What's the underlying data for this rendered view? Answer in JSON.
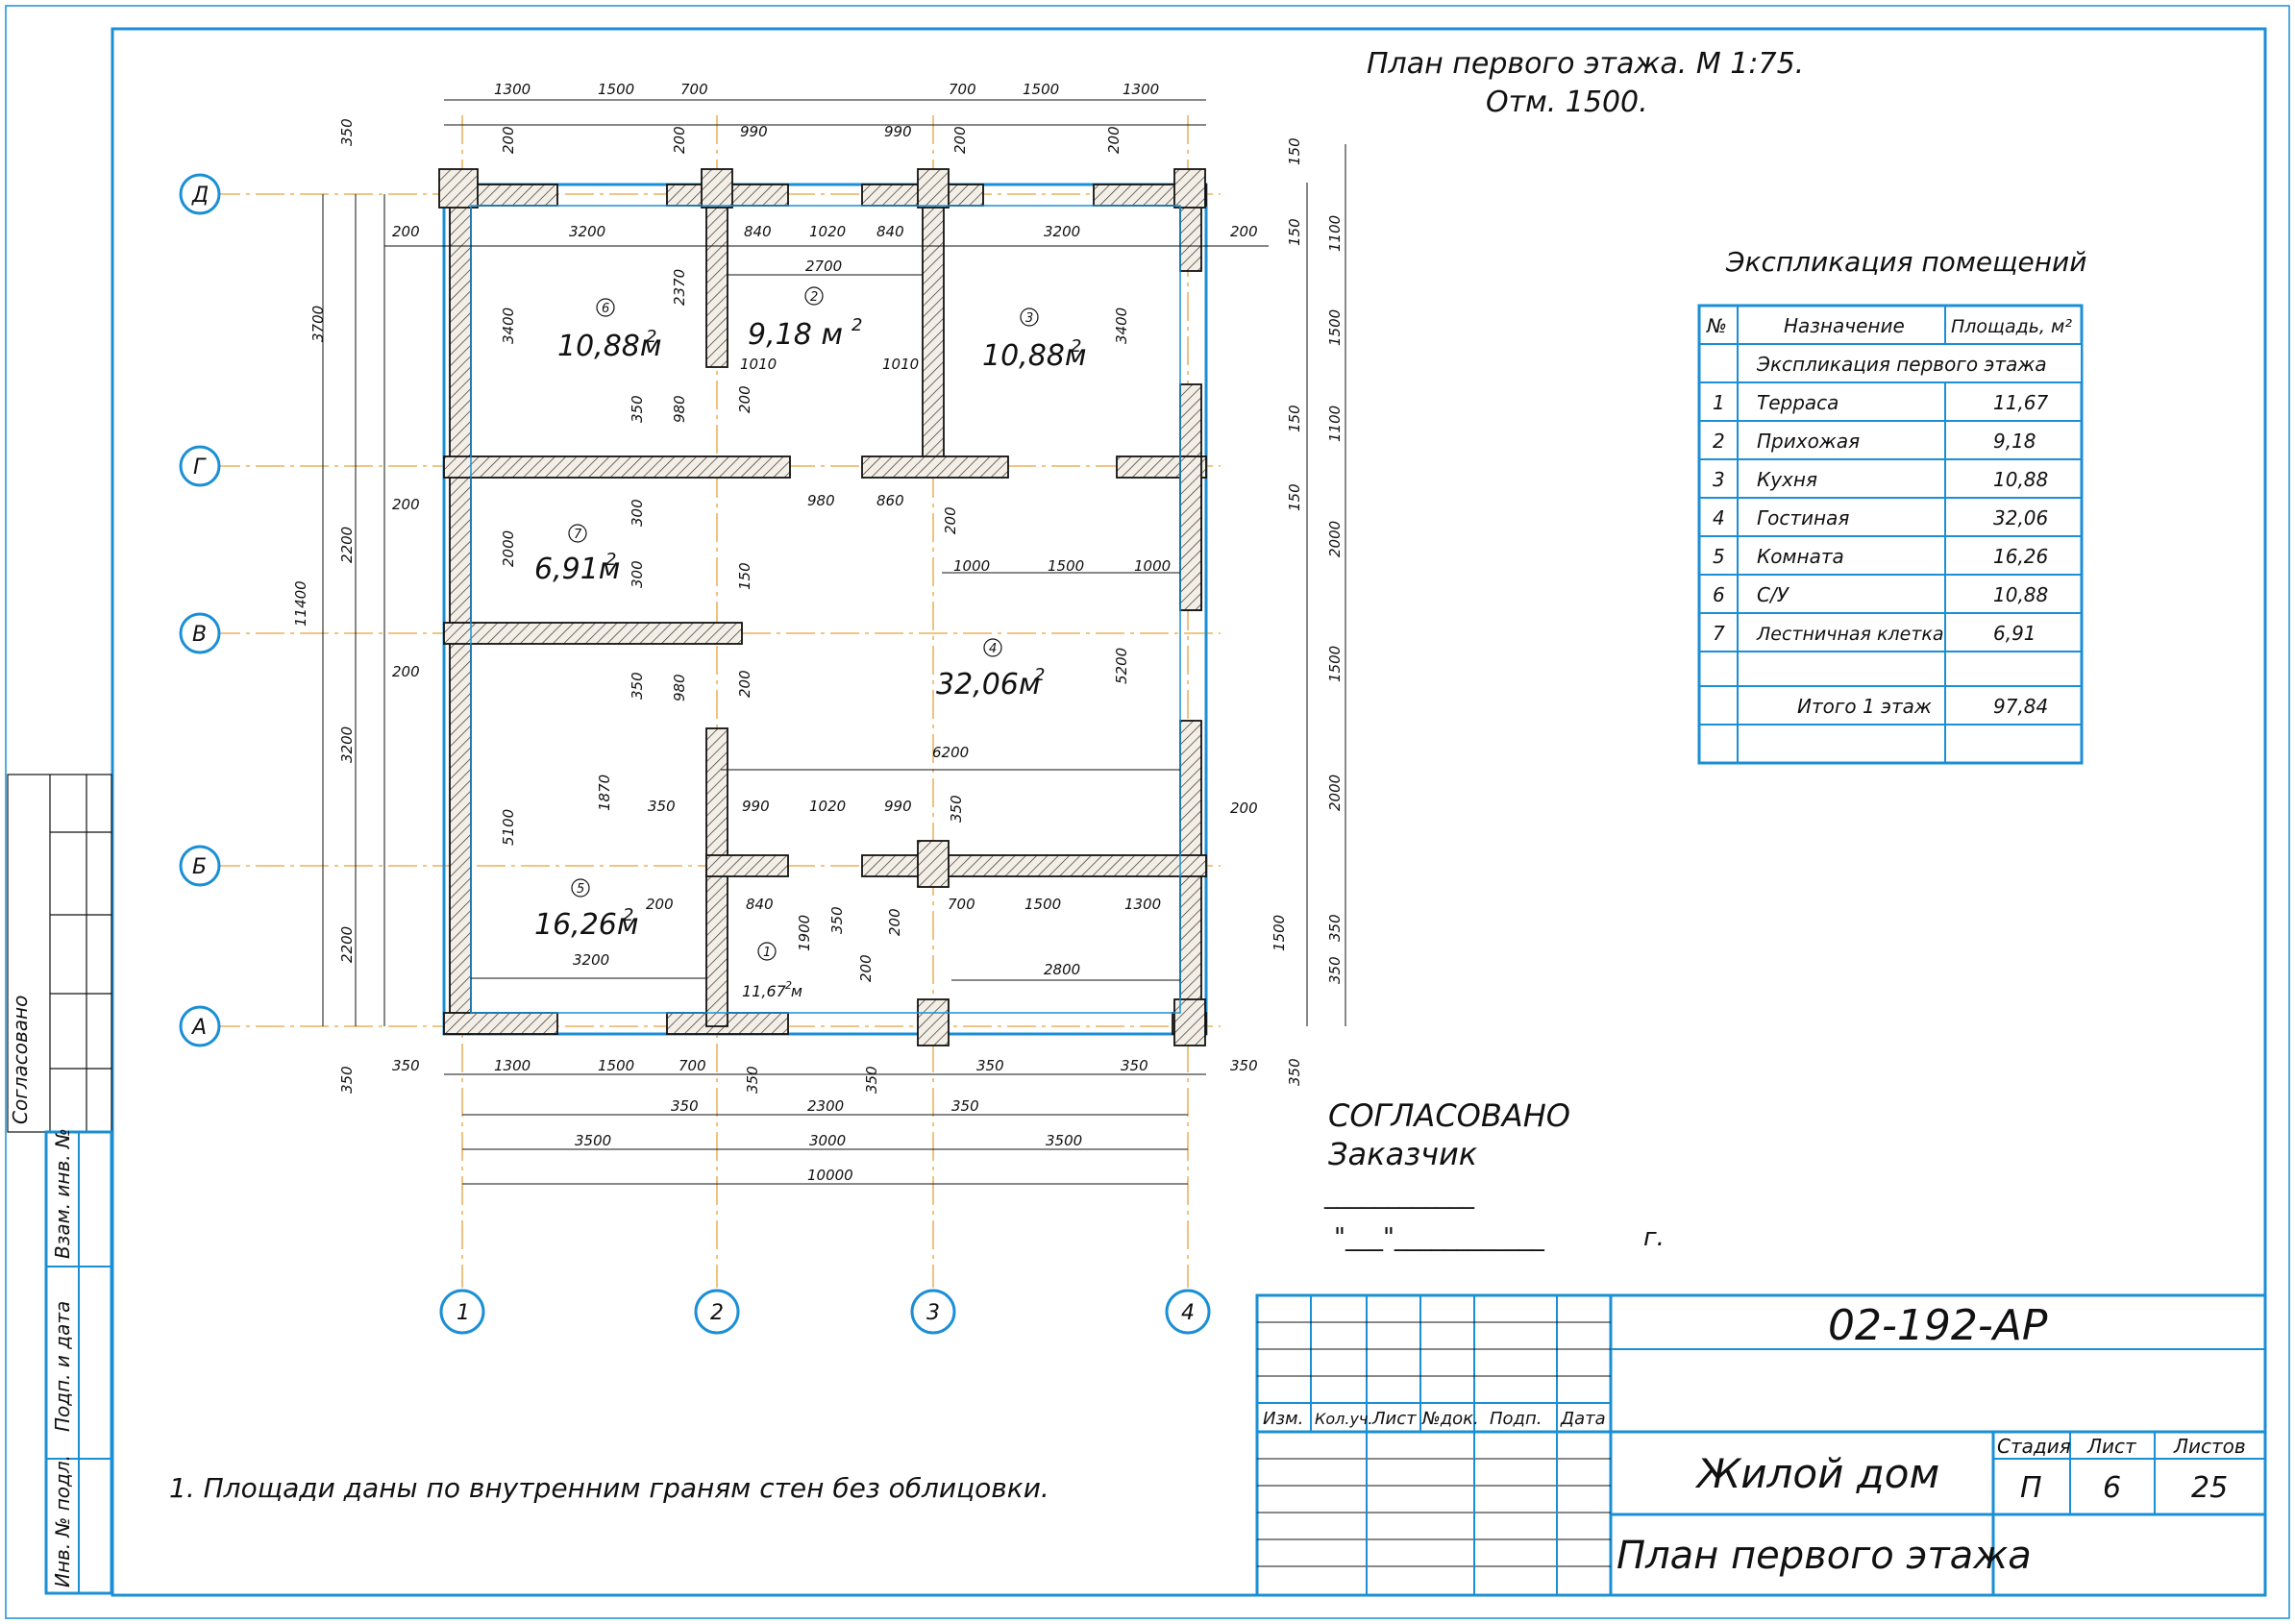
{
  "plan": {
    "title_line1": "План первого этажа. М 1:75.",
    "title_line2": "Отм. 1500."
  },
  "axes": {
    "rows": [
      "Д",
      "Г",
      "В",
      "Б",
      "А"
    ],
    "cols": [
      "1",
      "2",
      "3",
      "4"
    ]
  },
  "rooms": [
    {
      "num": "6",
      "area": "10,88м"
    },
    {
      "num": "2",
      "area": "9,18 м"
    },
    {
      "num": "3",
      "area": "10,88м"
    },
    {
      "num": "7",
      "area": "6,91м"
    },
    {
      "num": "4",
      "area": "32,06м"
    },
    {
      "num": "5",
      "area": "16,26м"
    },
    {
      "num": "1",
      "area": "11,67 м"
    }
  ],
  "area_sup": "2",
  "dims": {
    "top1": [
      "1300",
      "1500",
      "700",
      "700",
      "1500",
      "1300"
    ],
    "top2": [
      "350",
      "200",
      "200",
      "990",
      "990",
      "200",
      "200",
      "150"
    ],
    "inner_d": [
      "200",
      "3200",
      "840",
      "1020",
      "840",
      "3200",
      "200",
      "150",
      "1100"
    ],
    "inner_misc": [
      "2370",
      "2700",
      "3400",
      "3400",
      "1010",
      "1010",
      "1500",
      "350",
      "980",
      "200",
      "1100",
      "150",
      "150",
      "200",
      "980",
      "860",
      "200",
      "300",
      "2000",
      "1000",
      "1500",
      "1000",
      "2000",
      "300",
      "150",
      "1500",
      "350",
      "980",
      "200",
      "5200",
      "200",
      "6200",
      "1870",
      "350",
      "990",
      "1020",
      "990",
      "350",
      "2000",
      "200",
      "840",
      "700",
      "1500",
      "1300",
      "200",
      "200",
      "3200",
      "1900",
      "350",
      "200",
      "350",
      "2800",
      "1500",
      "350",
      "350"
    ],
    "left": [
      "3700",
      "2200",
      "11400",
      "3200",
      "2200",
      "2000",
      "5100",
      "350",
      "350"
    ],
    "bottom1": [
      "350",
      "1300",
      "1500",
      "700",
      "350",
      "350",
      "350",
      "350",
      "350"
    ],
    "bottom2": [
      "350",
      "2300",
      "350"
    ],
    "bottom3": [
      "3500",
      "3000",
      "3500"
    ],
    "bottom_total": "10000"
  },
  "explication": {
    "title": "Экспликация помещений",
    "headers": [
      "№",
      "Назначение",
      "Площадь, м²"
    ],
    "subheader": "Экспликация первого этажа",
    "rows": [
      {
        "n": "1",
        "name": "Терраса",
        "area": "11,67"
      },
      {
        "n": "2",
        "name": "Прихожая",
        "area": "9,18"
      },
      {
        "n": "3",
        "name": "Кухня",
        "area": "10,88"
      },
      {
        "n": "4",
        "name": "Гостиная",
        "area": "32,06"
      },
      {
        "n": "5",
        "name": "Комната",
        "area": "16,26"
      },
      {
        "n": "6",
        "name": "С/У",
        "area": "10,88"
      },
      {
        "n": "7",
        "name": "Лестничная клетка",
        "area": "6,91"
      }
    ],
    "total_label": "Итого 1 этаж",
    "total_value": "97,84"
  },
  "approval": {
    "line1": "СОГЛАСОВАНО",
    "line2": "Заказчик",
    "sign_line": "____________",
    "date_line": "\"___\"____________",
    "year_suffix": "г."
  },
  "note": "1. Площади даны по внутренним граням стен без облицовки.",
  "side_stamp": {
    "agreed": "Согласовано",
    "vzam": "Взам. инв. №",
    "podp": "Подп. и дата",
    "inv": "Инв. № подл."
  },
  "title_block": {
    "code": "02-192-АР",
    "object": "Жилой дом",
    "sheet_name": "План первого этажа",
    "col_headers": [
      "Изм.",
      "Кол.уч.",
      "Лист",
      "№док.",
      "Подп.",
      "Дата"
    ],
    "stage_label": "Стадия",
    "sheet_label": "Лист",
    "sheets_label": "Листов",
    "stage": "П",
    "sheet": "6",
    "sheets": "25"
  }
}
